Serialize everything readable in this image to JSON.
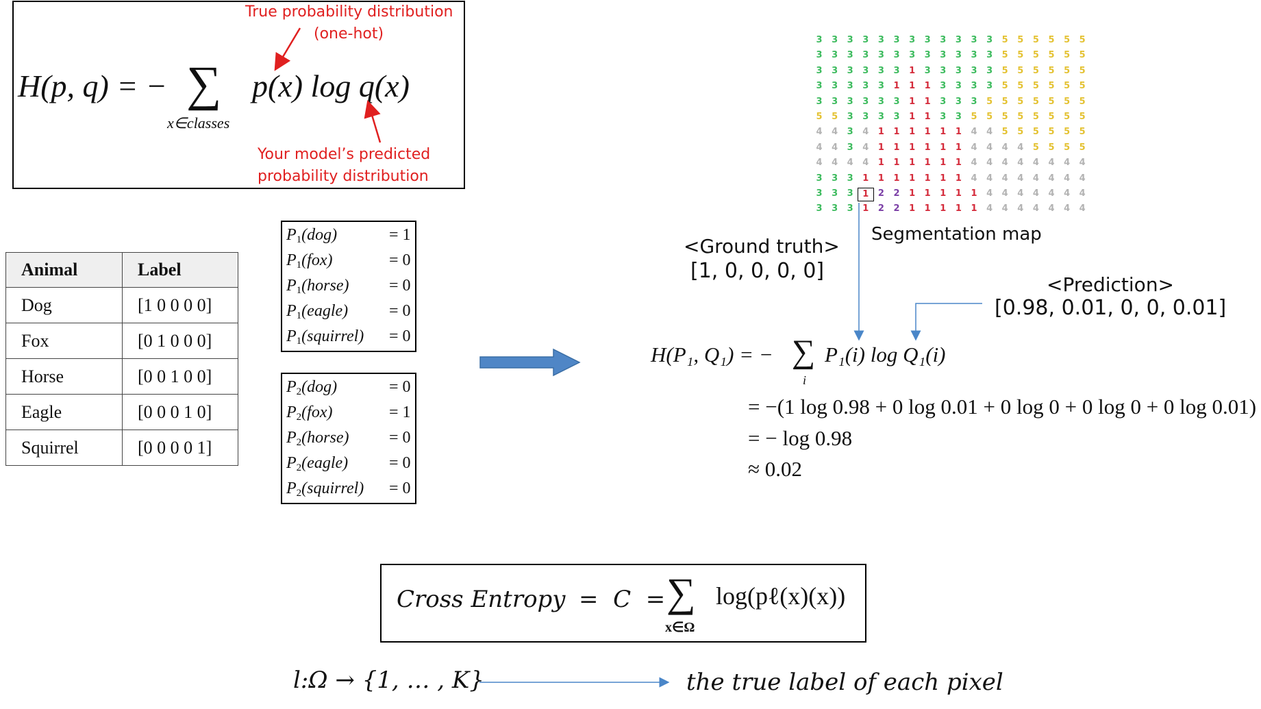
{
  "top_formula": {
    "lhs": "H(p, q) = −",
    "sigma": "∑",
    "sigma_sub": "x∈classes",
    "rhs": "p(x) log q(x)",
    "annotation_true": [
      "True probability distribution",
      "(one-hot)"
    ],
    "annotation_pred": [
      "Your model’s predicted",
      "probability distribution"
    ]
  },
  "animal_table": {
    "headers": [
      "Animal",
      "Label"
    ],
    "rows": [
      [
        "Dog",
        "[1 0 0 0 0]"
      ],
      [
        "Fox",
        "[0 1 0 0 0]"
      ],
      [
        "Horse",
        "[0 0 1 0 0]"
      ],
      [
        "Eagle",
        "[0 0 0 1 0]"
      ],
      [
        "Squirrel",
        "[0 0 0 0 1]"
      ]
    ]
  },
  "p1_box": {
    "rows": [
      {
        "name": "P",
        "sub": "1",
        "arg": "(dog)",
        "val": "= 1"
      },
      {
        "name": "P",
        "sub": "1",
        "arg": "(fox)",
        "val": "= 0"
      },
      {
        "name": "P",
        "sub": "1",
        "arg": "(horse)",
        "val": "= 0"
      },
      {
        "name": "P",
        "sub": "1",
        "arg": "(eagle)",
        "val": "= 0"
      },
      {
        "name": "P",
        "sub": "1",
        "arg": "(squirrel)",
        "val": "= 0"
      }
    ]
  },
  "p2_box": {
    "rows": [
      {
        "name": "P",
        "sub": "2",
        "arg": "(dog)",
        "val": "= 0"
      },
      {
        "name": "P",
        "sub": "2",
        "arg": "(fox)",
        "val": "= 1"
      },
      {
        "name": "P",
        "sub": "2",
        "arg": "(horse)",
        "val": "= 0"
      },
      {
        "name": "P",
        "sub": "2",
        "arg": "(eagle)",
        "val": "= 0"
      },
      {
        "name": "P",
        "sub": "2",
        "arg": "(squirrel)",
        "val": "= 0"
      }
    ]
  },
  "segmentation": {
    "title": "Segmentation map",
    "rows": [
      "333333333333555555",
      "333333333333555555",
      "333333133333555555",
      "333331113333555555",
      "333333113335555555",
      "553333113355555555",
      "443411111144555555",
      "443411111144445555",
      "444411111144444444",
      "333111111144444444",
      "333122111114444444",
      "333122111114444444"
    ],
    "colors": {
      "1": "#d42a3a",
      "2": "#7b3fa6",
      "3": "#3dbb5e",
      "4": "#b3b3b3",
      "5": "#e4c233"
    },
    "highlight": {
      "row": 10,
      "col": 3
    }
  },
  "ground_truth": {
    "label": "<Ground truth>",
    "value": "[1, 0, 0, 0, 0]"
  },
  "prediction": {
    "label": "<Prediction>",
    "value": "[0.98, 0.01, 0, 0, 0.01]"
  },
  "derivation": {
    "line1_lhs": "H(P₁, Q₁) = −",
    "line1_sigma": "∑",
    "line1_sub": "i",
    "line1_rhs": "P₁(i) log Q₁(i)",
    "line2": "= −(1 log 0.98 + 0 log 0.01 + 0 log 0 + 0 log 0 + 0 log 0.01)",
    "line3": "= − log 0.98",
    "line4": "≈ 0.02"
  },
  "cross_entropy": {
    "lhs": "Cross Entropy",
    "mid": "=  C  =",
    "sigma": "∑",
    "sub": "x∈Ω",
    "rhs": "log(pℓ(x)(x))"
  },
  "label_map": {
    "lhs": "l:Ω → {1, … , K}",
    "rhs": "the true label of each pixel"
  },
  "colors": {
    "arrow_blue": "#4a86c8",
    "arrow_blue_fill": "#4f86c6",
    "annot_red": "#e02020"
  }
}
